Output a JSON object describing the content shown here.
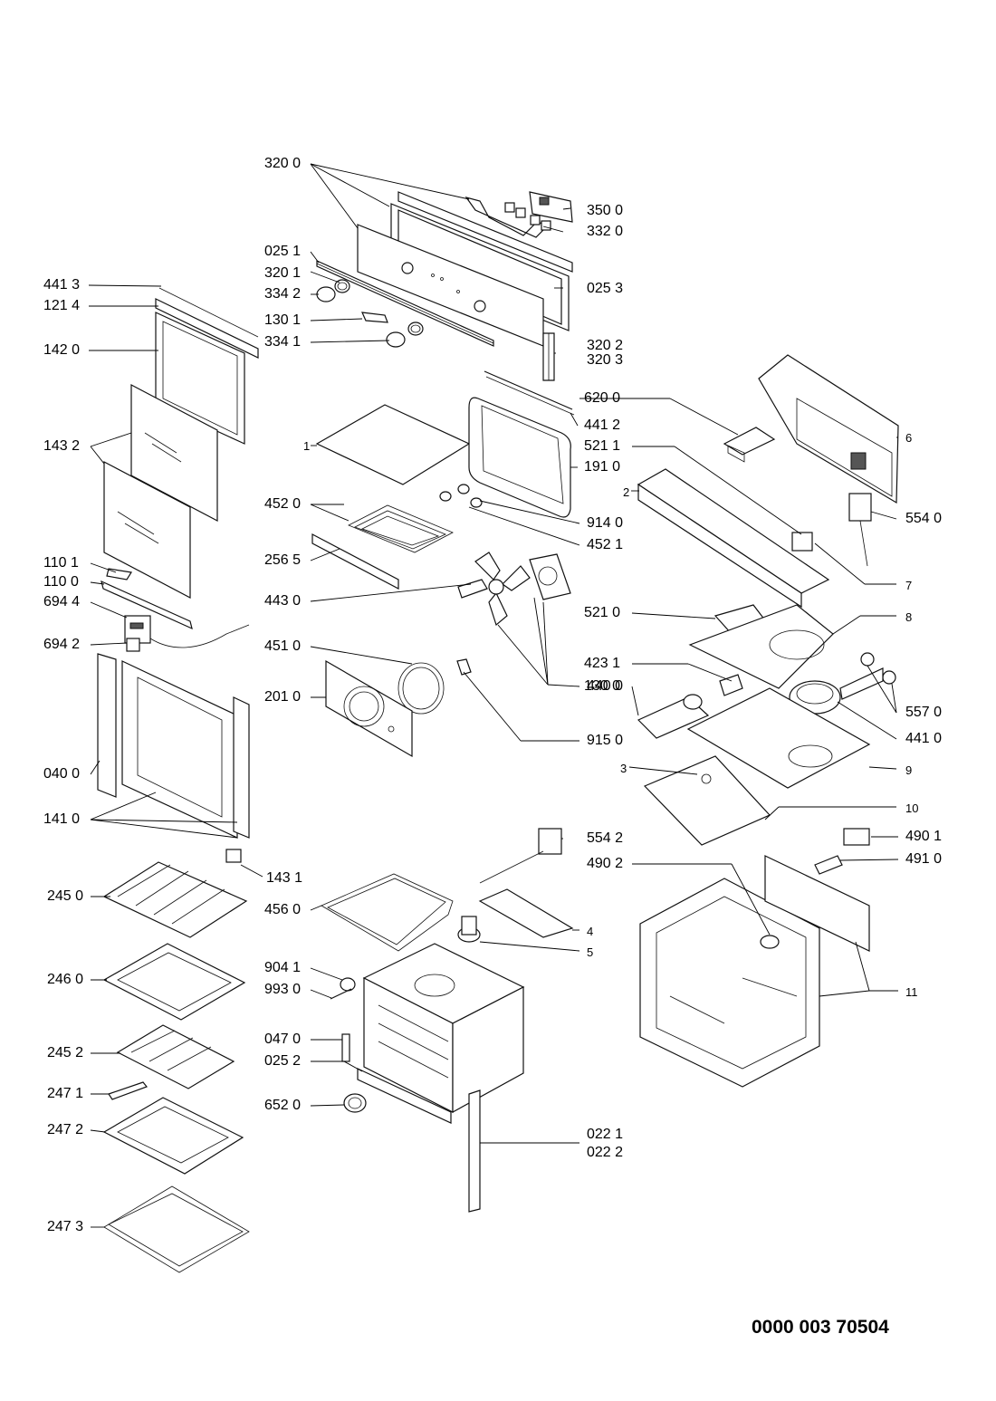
{
  "document_number": "0000 003 70504",
  "callouts": [
    {
      "id": "c-3200",
      "text": "320 0"
    },
    {
      "id": "c-3500",
      "text": "350 0"
    },
    {
      "id": "c-3320",
      "text": "332 0"
    },
    {
      "id": "c-0251",
      "text": "025 1"
    },
    {
      "id": "c-3201",
      "text": "320 1"
    },
    {
      "id": "c-3342",
      "text": "334 2"
    },
    {
      "id": "c-0253",
      "text": "025 3"
    },
    {
      "id": "c-1301",
      "text": "130 1"
    },
    {
      "id": "c-3341",
      "text": "334 1"
    },
    {
      "id": "c-3202",
      "text": "320 2"
    },
    {
      "id": "c-3203",
      "text": "320 3"
    },
    {
      "id": "c-4413",
      "text": "441 3"
    },
    {
      "id": "c-1214",
      "text": "121 4"
    },
    {
      "id": "c-1420",
      "text": "142 0"
    },
    {
      "id": "c-6200",
      "text": "620 0"
    },
    {
      "id": "c-4412",
      "text": "441 2"
    },
    {
      "id": "c-5211",
      "text": "521 1"
    },
    {
      "id": "c-1910",
      "text": "191 0"
    },
    {
      "id": "c-1432",
      "text": "143 2"
    },
    {
      "id": "c-1",
      "text": "1"
    },
    {
      "id": "c-6",
      "text": "6"
    },
    {
      "id": "c-2",
      "text": "2"
    },
    {
      "id": "c-4520",
      "text": "452 0"
    },
    {
      "id": "c-9140",
      "text": "914 0"
    },
    {
      "id": "c-5540",
      "text": "554 0"
    },
    {
      "id": "c-2565",
      "text": "256 5"
    },
    {
      "id": "c-4521",
      "text": "452 1"
    },
    {
      "id": "c-1101",
      "text": "110 1"
    },
    {
      "id": "c-1100",
      "text": "110 0"
    },
    {
      "id": "c-7",
      "text": "7"
    },
    {
      "id": "c-6944",
      "text": "694 4"
    },
    {
      "id": "c-4430",
      "text": "443 0"
    },
    {
      "id": "c-5210",
      "text": "521 0"
    },
    {
      "id": "c-8",
      "text": "8"
    },
    {
      "id": "c-6942",
      "text": "694 2"
    },
    {
      "id": "c-4510",
      "text": "451 0"
    },
    {
      "id": "c-4231",
      "text": "423 1"
    },
    {
      "id": "c-2010",
      "text": "201 0"
    },
    {
      "id": "c-1300",
      "text": "130 0"
    },
    {
      "id": "c-4400",
      "text": "440 0"
    },
    {
      "id": "c-5570",
      "text": "557 0"
    },
    {
      "id": "c-4410",
      "text": "441 0"
    },
    {
      "id": "c-9150",
      "text": "915 0"
    },
    {
      "id": "c-0400",
      "text": "040 0"
    },
    {
      "id": "c-9",
      "text": "9"
    },
    {
      "id": "c-3",
      "text": "3"
    },
    {
      "id": "c-1410",
      "text": "141 0"
    },
    {
      "id": "c-10",
      "text": "10"
    },
    {
      "id": "c-5542",
      "text": "554 2"
    },
    {
      "id": "c-4901",
      "text": "490 1"
    },
    {
      "id": "c-4902",
      "text": "490 2"
    },
    {
      "id": "c-4910",
      "text": "491 0"
    },
    {
      "id": "c-1431",
      "text": "143 1"
    },
    {
      "id": "c-2450",
      "text": "245 0"
    },
    {
      "id": "c-4560",
      "text": "456 0"
    },
    {
      "id": "c-4",
      "text": "4"
    },
    {
      "id": "c-5",
      "text": "5"
    },
    {
      "id": "c-2460",
      "text": "246 0"
    },
    {
      "id": "c-9041",
      "text": "904 1"
    },
    {
      "id": "c-9930",
      "text": "993 0"
    },
    {
      "id": "c-11",
      "text": "11"
    },
    {
      "id": "c-0470",
      "text": "047 0"
    },
    {
      "id": "c-2452",
      "text": "245 2"
    },
    {
      "id": "c-0252",
      "text": "025 2"
    },
    {
      "id": "c-2471",
      "text": "247 1"
    },
    {
      "id": "c-6520",
      "text": "652 0"
    },
    {
      "id": "c-2472",
      "text": "247 2"
    },
    {
      "id": "c-0221",
      "text": "022 1"
    },
    {
      "id": "c-0222",
      "text": "022 2"
    },
    {
      "id": "c-2473",
      "text": "247 3"
    }
  ]
}
